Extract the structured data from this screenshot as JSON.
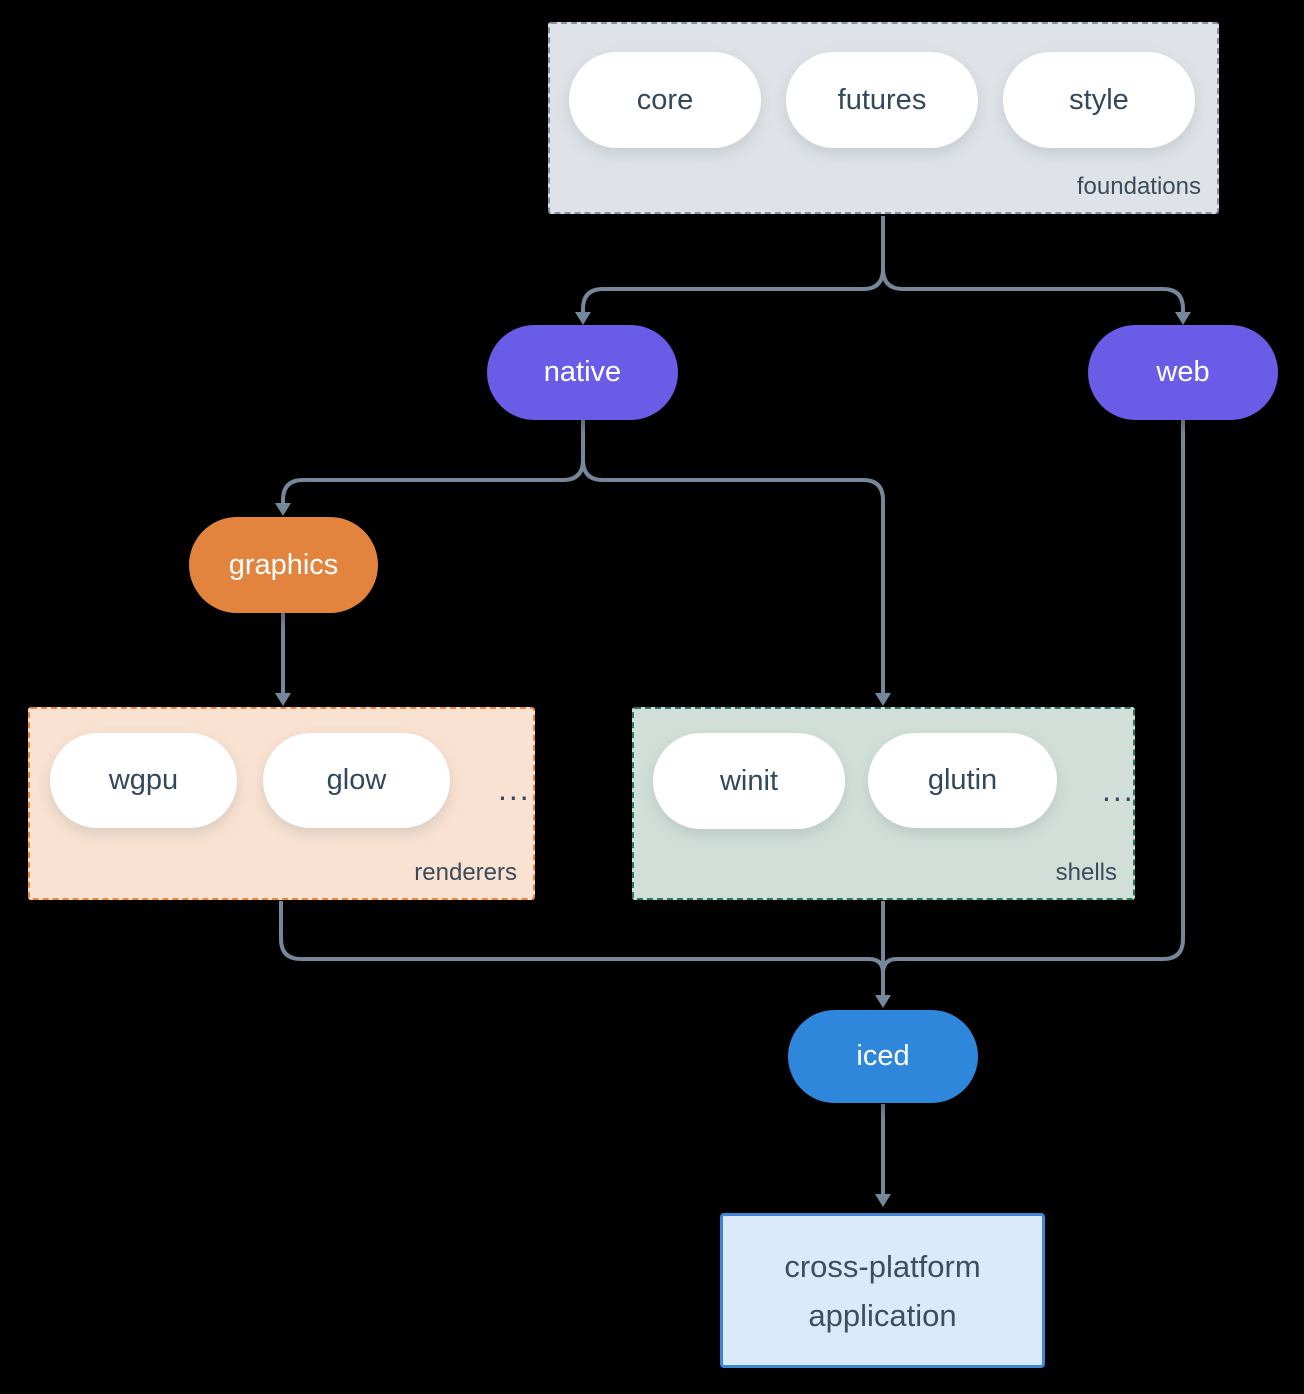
{
  "groups": {
    "foundations": {
      "label": "foundations",
      "pills": [
        "core",
        "futures",
        "style"
      ]
    },
    "renderers": {
      "label": "renderers",
      "pills": [
        "wgpu",
        "glow"
      ],
      "more": "..."
    },
    "shells": {
      "label": "shells",
      "pills": [
        "winit",
        "glutin"
      ],
      "more": "..."
    }
  },
  "nodes": {
    "native": "native",
    "web": "web",
    "graphics": "graphics",
    "iced": "iced",
    "application": {
      "line1": "cross-platform",
      "line2": "application"
    }
  },
  "edges": [
    {
      "from": "foundations",
      "to": "native"
    },
    {
      "from": "foundations",
      "to": "web"
    },
    {
      "from": "native",
      "to": "graphics"
    },
    {
      "from": "native",
      "to": "shells"
    },
    {
      "from": "graphics",
      "to": "renderers"
    },
    {
      "from": "renderers",
      "to": "iced"
    },
    {
      "from": "shells",
      "to": "iced"
    },
    {
      "from": "web",
      "to": "iced"
    },
    {
      "from": "iced",
      "to": "application"
    }
  ],
  "colors": {
    "background": "#000000",
    "connector": "#76879a",
    "foundations_bg": "#dfe3e7",
    "foundations_border": "#8593a3",
    "renderers_bg": "#f9e2d1",
    "renderers_border": "#e9883b",
    "shells_bg": "#d2dfd9",
    "shells_border": "#277768",
    "node_purple": "#6b5ce7",
    "node_orange": "#e2843d",
    "node_blue": "#2f87db",
    "app_bg": "#daeafa",
    "app_border": "#3f86d9",
    "text_dark": "#33485c",
    "text_light": "#ffffff"
  }
}
